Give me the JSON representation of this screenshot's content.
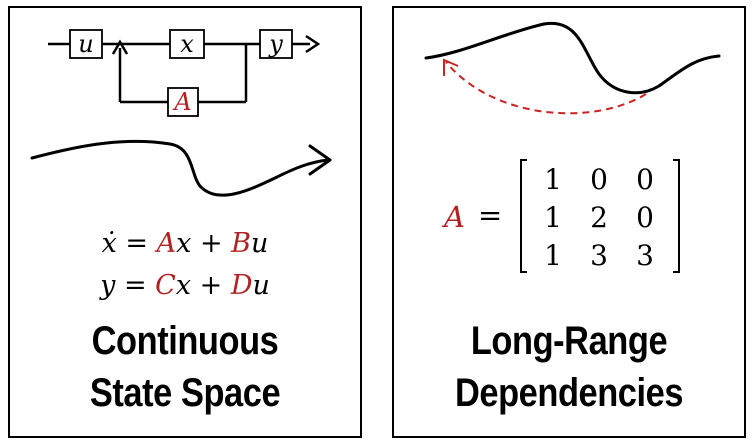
{
  "left_panel": {
    "block_input": "u",
    "block_state": "x",
    "block_output": "y",
    "block_feedback": "A",
    "equation1": {
      "lhs": "ẋ",
      "eq": "=",
      "A": "A",
      "x1": "x",
      "plus": "+",
      "B": "B",
      "u1": "u"
    },
    "equation2": {
      "lhs": "y",
      "eq": "=",
      "C": "C",
      "x2": "x",
      "plus": "+",
      "D": "D",
      "u2": "u"
    },
    "title_line1": "Continuous",
    "title_line2": "State Space"
  },
  "right_panel": {
    "matrix_label": "A",
    "matrix_eq": "=",
    "matrix": [
      [
        "1",
        "0",
        "0"
      ],
      [
        "1",
        "2",
        "0"
      ],
      [
        "1",
        "3",
        "3"
      ]
    ],
    "title_line1": "Long-Range",
    "title_line2": "Dependencies"
  },
  "colors": {
    "accent_red": "#b22222",
    "stroke": "#000000"
  }
}
